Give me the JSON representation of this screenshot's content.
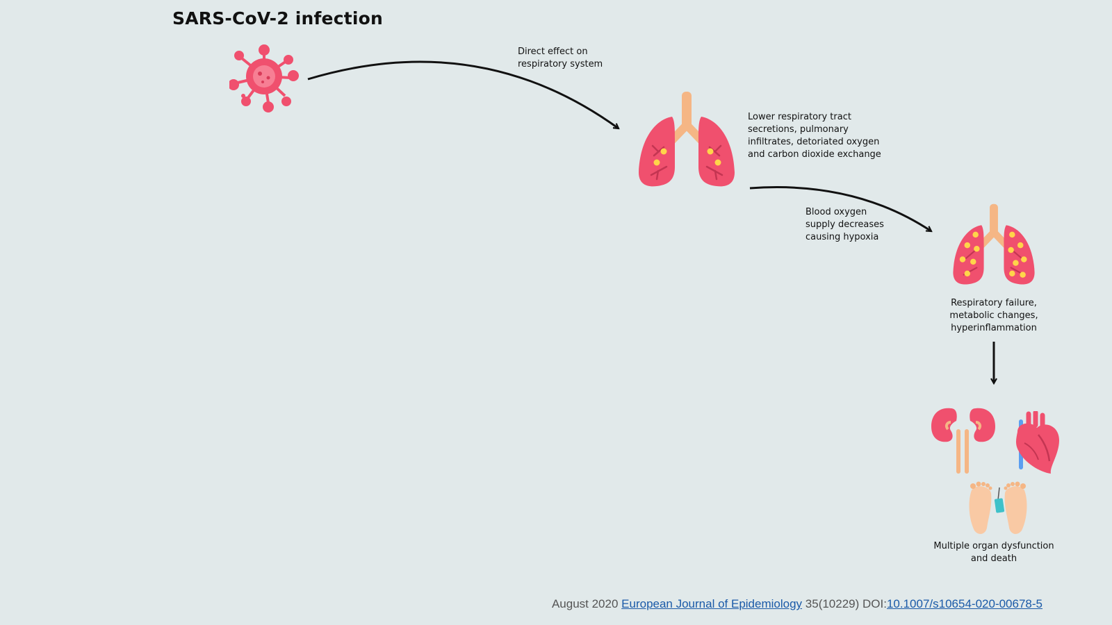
{
  "title": "SARS-CoV-2 infection",
  "labels": {
    "direct_effect": [
      "Direct effect on",
      "respiratory system"
    ],
    "lower_tract": [
      "Lower respiratory tract",
      "secretions, pulmonary",
      "infiltrates, detoriated oxygen",
      "and carbon dioxide exchange"
    ],
    "blood_oxygen": [
      "Blood oxygen",
      "supply decreases",
      "causing hypoxia"
    ],
    "resp_failure": [
      "Respiratory failure,",
      "metabolic changes,",
      "hyperinflammation"
    ],
    "multi_organ": [
      "Multiple organ dysfunction",
      "and death"
    ]
  },
  "citation": {
    "prefix": "August 2020",
    "journal": "European Journal of Epidemiology",
    "middle": "35(10229) DOI:",
    "doi": "10.1007/s10654-020-00678-5"
  },
  "icons": [
    "virus-icon",
    "lungs-icon",
    "inflamed-lungs-icon",
    "kidneys-icon",
    "heart-icon",
    "feet-tag-icon"
  ],
  "colors": {
    "background": "#e1e9ea",
    "organ_pink": "#f0506e",
    "trachea": "#f5b685",
    "spot_yellow": "#ffd54a",
    "link": "#1a5aa8"
  }
}
